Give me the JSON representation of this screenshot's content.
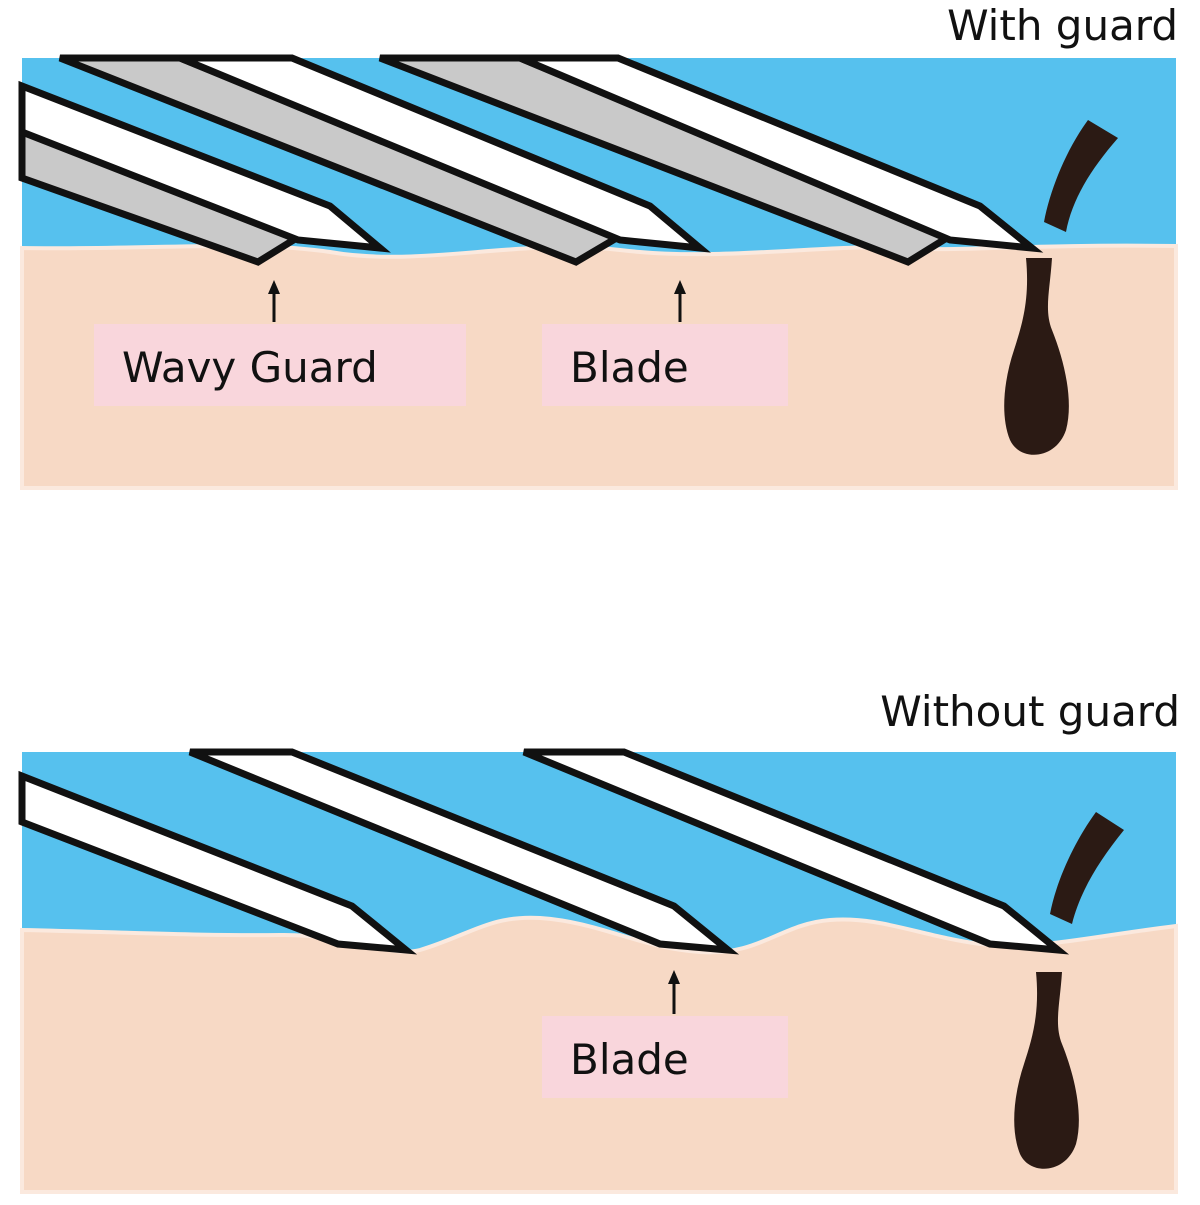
{
  "colors": {
    "fluid": "#56c1ee",
    "skin": "#f7d9c5",
    "skin_edge": "#fbe9de",
    "label_bg": "#f9d6dc",
    "hair": "#2b1a14",
    "guard": "#c9c9c9"
  },
  "panels": [
    {
      "title": "With guard",
      "labels": [
        "Wavy Guard",
        "Blade"
      ]
    },
    {
      "title": "Without guard",
      "labels": [
        "Blade"
      ]
    }
  ]
}
